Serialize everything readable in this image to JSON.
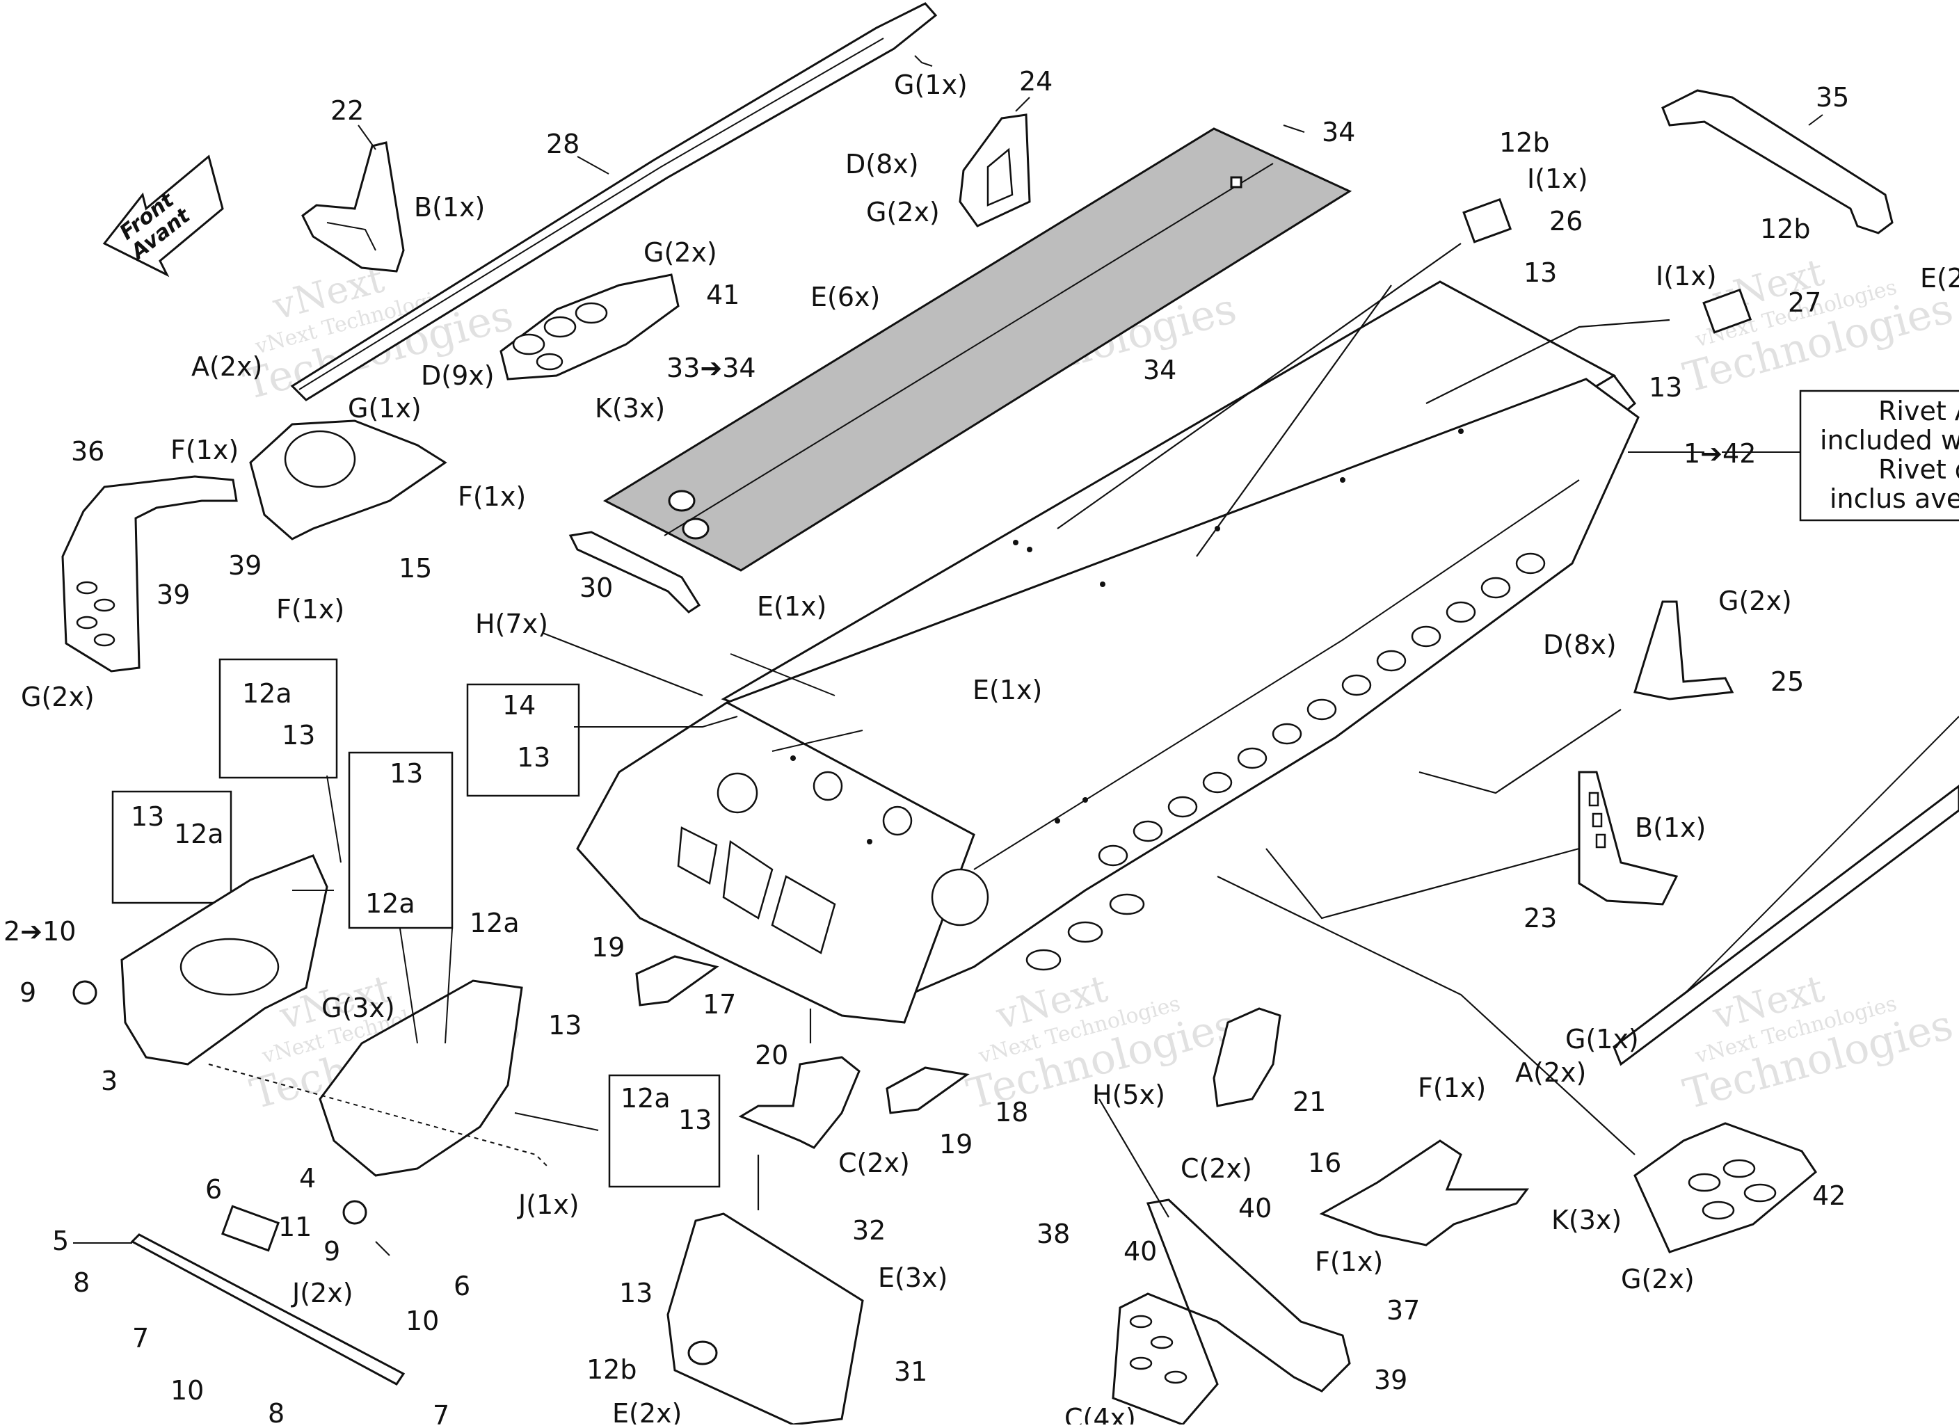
{
  "front_arrow": {
    "line1": "Front",
    "line2": "Avant"
  },
  "watermark": {
    "line1": "vNext",
    "line2": "vNext Technologies",
    "line3": "Technologies"
  },
  "rivet_note": {
    "line1": "Rivet A",
    "line2": "included w",
    "line3": "Rivet d",
    "line4": "inclus ave"
  },
  "labels": {
    "p22": "22",
    "p28": "28",
    "g1x_top": "G(1x)",
    "p24": "24",
    "p34_top": "34",
    "p35": "35",
    "b1x_top": "B(1x)",
    "d8x_top": "D(8x)",
    "g2x_top": "G(2x)",
    "p12b_a": "12b",
    "i1x_a": "I(1x)",
    "p26": "26",
    "p13_a": "13",
    "p12b_b": "12b",
    "i1x_b": "I(1x)",
    "p27": "27",
    "p13_b": "13",
    "e2_right": "E(2",
    "g2x_41": "G(2x)",
    "p41": "41",
    "e6x": "E(6x)",
    "p33_34": "33➔34",
    "p34_mid": "34",
    "a2x_left": "A(2x)",
    "d9x": "D(9x)",
    "k3x_left": "K(3x)",
    "g1x_mid": "G(1x)",
    "p1_42": "1➔42",
    "p36": "36",
    "f1x_a": "F(1x)",
    "f1x_b": "F(1x)",
    "p39_a": "39",
    "f1x_c": "F(1x)",
    "p15": "15",
    "p39_b": "39",
    "g2x_left": "G(2x)",
    "p30": "30",
    "e1x_a": "E(1x)",
    "h7x": "H(7x)",
    "e1x_b": "E(1x)",
    "g2x_25": "G(2x)",
    "d8x_25": "D(8x)",
    "p25": "25",
    "p12a_box1": "12a",
    "p13_box1": "13",
    "p14": "14",
    "p13_box2": "13",
    "p13_box3": "13",
    "p12a_box3": "12a",
    "p13_box4": "13",
    "p12a_box4": "12a",
    "p2_10": "2➔10",
    "p9_a": "9",
    "p3": "3",
    "g3x": "G(3x)",
    "p12a_c": "12a",
    "p13_c": "13",
    "p4": "4",
    "p6_a": "6",
    "p9_b": "9",
    "j1x": "J(1x)",
    "p12a_box5": "12a",
    "p13_box5": "13",
    "b1x_23": "B(1x)",
    "p23": "23",
    "p19_a": "19",
    "p17": "17",
    "p20": "20",
    "c2x_a": "C(2x)",
    "p18": "18",
    "p19_b": "19",
    "h5x": "H(5x)",
    "p21": "21",
    "c2x_b": "C(2x)",
    "g1x_right": "G(1x)",
    "a2x_right": "A(2x)",
    "f1x_16a": "F(1x)",
    "p16": "16",
    "f1x_16b": "F(1x)",
    "k3x_right": "K(3x)",
    "p42": "42",
    "g2x_42": "G(2x)",
    "p5": "5",
    "p11": "11",
    "j2x": "J(2x)",
    "p6_b": "6",
    "p8_a": "8",
    "p7_a": "7",
    "p10_a": "10",
    "p10_b": "10",
    "p8_b": "8",
    "p7_b": "7",
    "p13_d": "13",
    "p32": "32",
    "e3x": "E(3x)",
    "p31": "31",
    "p12b_c": "12b",
    "e2x": "E(2x)",
    "p38": "38",
    "p40_a": "40",
    "p40_b": "40",
    "p37": "37",
    "p39_c": "39",
    "c4x": "C(4x)"
  }
}
